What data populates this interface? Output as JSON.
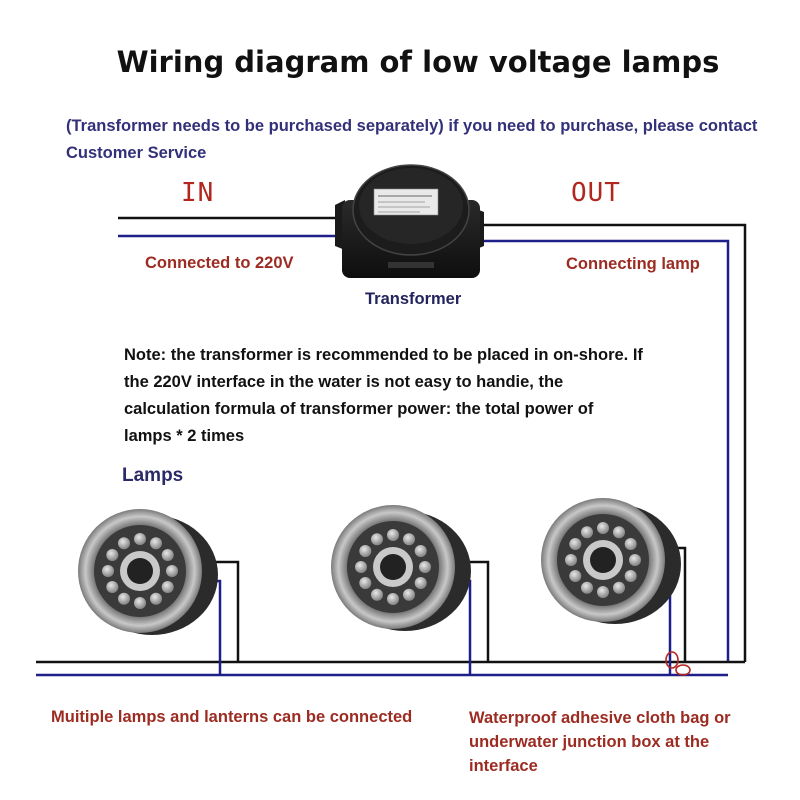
{
  "title": "Wiring diagram of low voltage lamps",
  "purchase_note": "(Transformer needs to be purchased separately) if you need to purchase, please contact Customer Service",
  "in_label": "IN",
  "out_label": "OUT",
  "connected_label": "Connected to 220V",
  "connecting_label": "Connecting lamp",
  "transformer_label": "Transformer",
  "note": "Note: the transformer is recommended to be placed in on-shore. If the 220V interface in the water is not easy to handie, the calculation formula of transformer power: the total power of lamps * 2 times",
  "lamps_label": "Lamps",
  "multiple_label": "Muitiple lamps and lanterns can be connected",
  "waterproof_label": "Waterproof adhesive cloth bag or underwater junction box at the interface",
  "colors": {
    "wire_black": "#111111",
    "wire_blue": "#1f1f8a",
    "label_red": "#9c2b22",
    "label_navy": "#23235e"
  }
}
